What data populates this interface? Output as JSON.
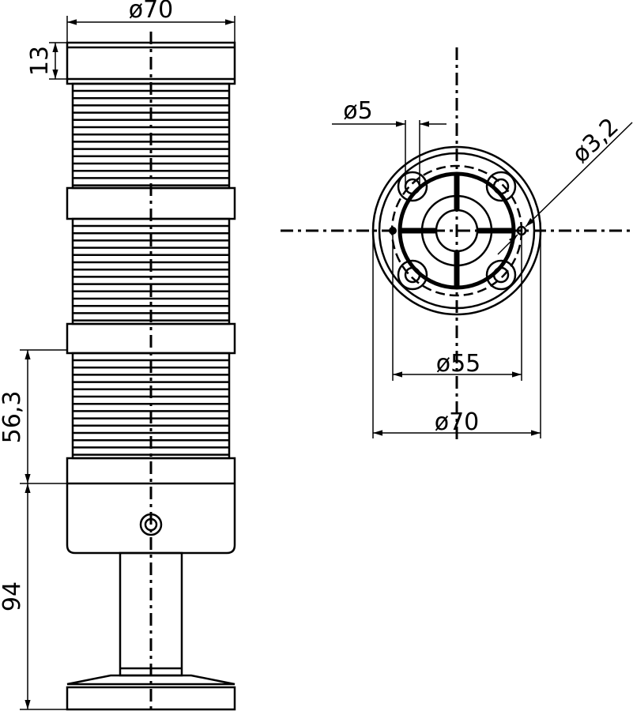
{
  "title": "Signal tower dimension drawing",
  "side_view": {
    "dim_top_diameter": "ø70",
    "dim_cap_height": "13",
    "dim_module_height": "56,3",
    "dim_base_height": "94"
  },
  "top_view": {
    "dim_hole": "ø5",
    "dim_small_hole": "ø3,2",
    "dim_bolt_circle": "ø55",
    "dim_outer": "ø70"
  }
}
